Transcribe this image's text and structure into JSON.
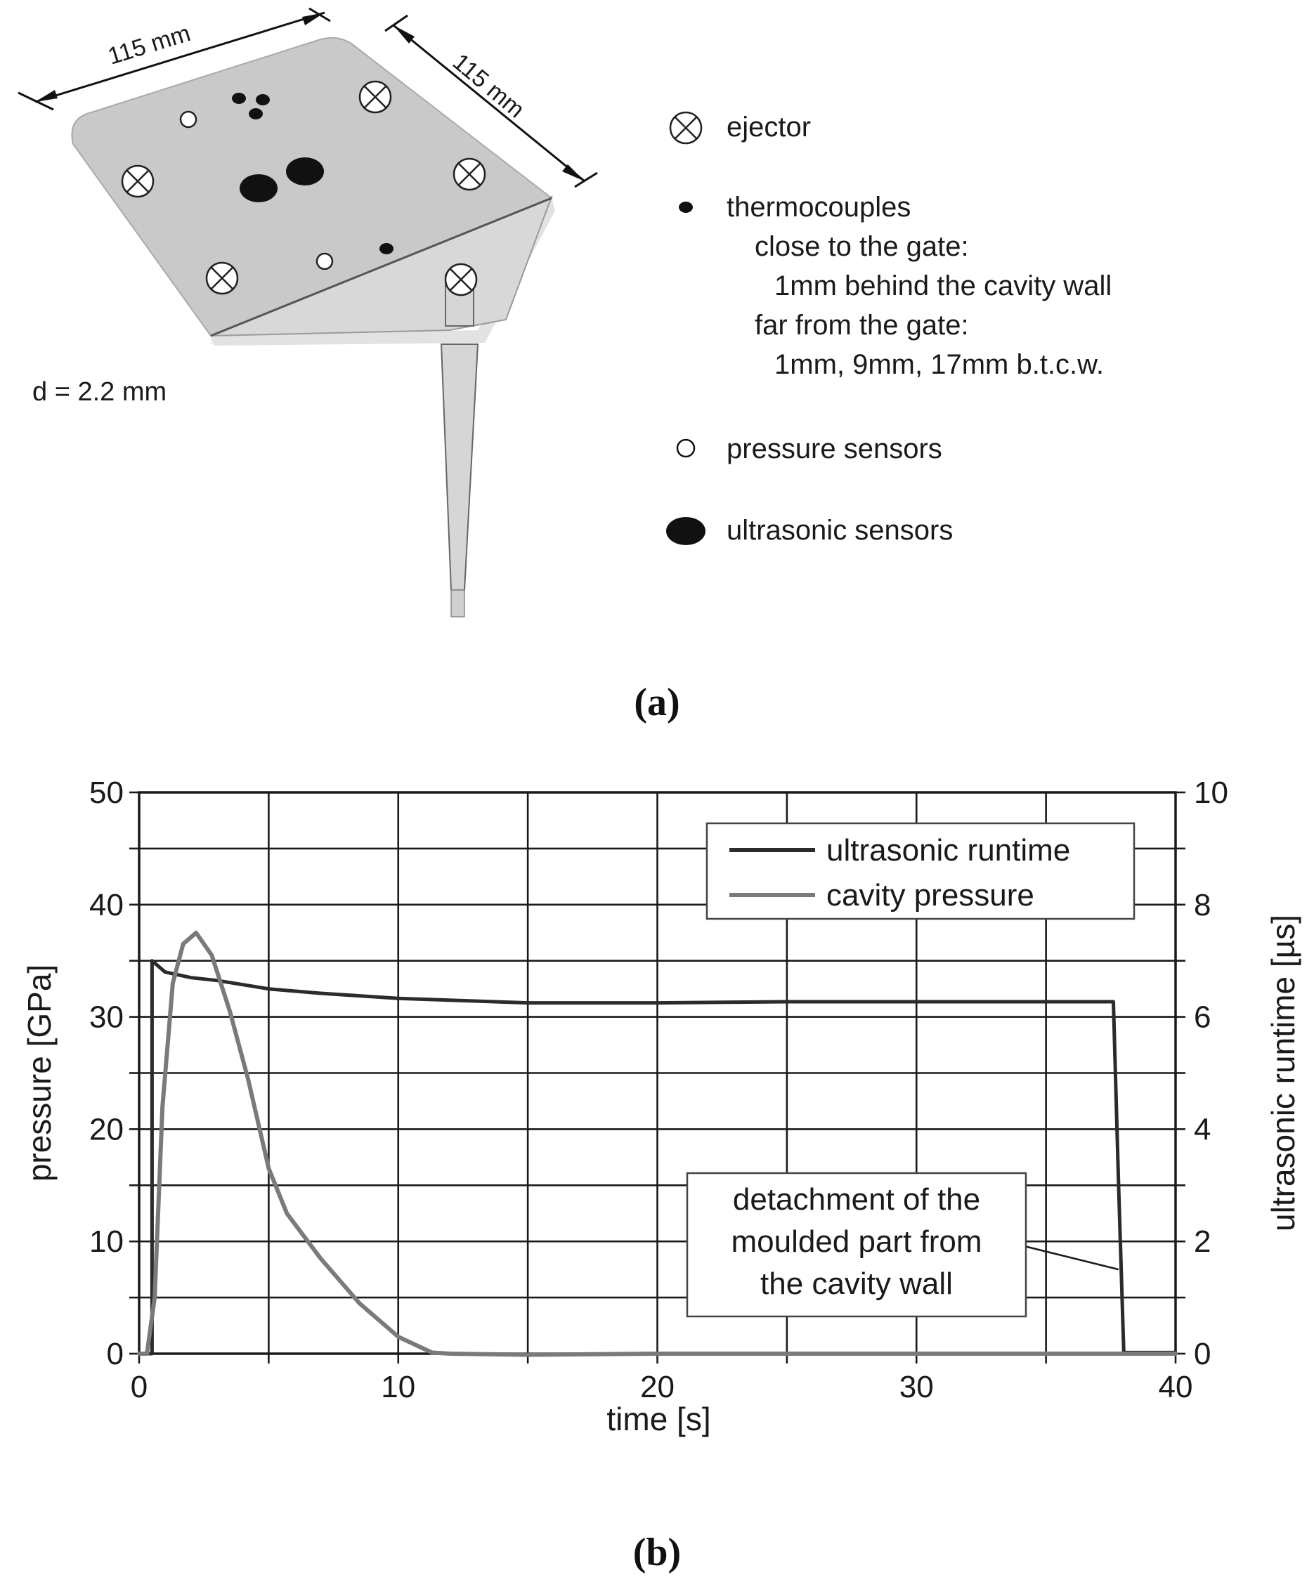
{
  "panel_a": {
    "caption": "(a)",
    "dim_width": "115 mm",
    "dim_depth": "115 mm",
    "thickness": "d = 2.2 mm",
    "legend": {
      "ejector": "ejector",
      "thermocouples": "thermocouples",
      "close_gate": "close to the gate:",
      "close_detail": "1mm behind the cavity wall",
      "far_gate": "far from the gate:",
      "far_detail": "1mm, 9mm, 17mm b.t.c.w.",
      "pressure": "pressure sensors",
      "ultrasonic": "ultrasonic sensors"
    },
    "icons": {
      "ejector": "crossed-circle-icon",
      "thermocouple": "small-filled-dot-icon",
      "pressure": "open-circle-icon",
      "ultrasonic": "large-filled-ellipse-icon"
    },
    "colors": {
      "plate": "#c9c9c9",
      "sprue": "#d6d6d6"
    }
  },
  "panel_b": {
    "caption": "(b)"
  },
  "chart_data": {
    "type": "line",
    "title": "",
    "xlabel": "time [s]",
    "ylabel_left": "pressure [GPa]",
    "ylabel_right": "ultrasonic runtime [µs]",
    "xlim": [
      0,
      40
    ],
    "ylim_left": [
      0,
      50
    ],
    "ylim_right": [
      0,
      10
    ],
    "x_ticks": [
      "0",
      "10",
      "20",
      "30",
      "40"
    ],
    "y_left_ticks": [
      "0",
      "10",
      "20",
      "30",
      "40",
      "50"
    ],
    "y_right_ticks": [
      "0",
      "2",
      "4",
      "6",
      "8",
      "10"
    ],
    "grid": true,
    "legend_position": "top-right",
    "annotation": {
      "lines": [
        "detachment of the",
        "moulded part from",
        "the cavity wall"
      ],
      "points_to": [
        37.8,
        1.5
      ]
    },
    "series": [
      {
        "name": "ultrasonic runtime",
        "axis": "right",
        "color": "#2b2b2b",
        "x": [
          0,
          0.5,
          0.5,
          1,
          2,
          3,
          5,
          7,
          10,
          15,
          20,
          25,
          30,
          35,
          37.6,
          37.8,
          38,
          40
        ],
        "y": [
          0,
          0,
          7.0,
          6.8,
          6.7,
          6.65,
          6.5,
          6.42,
          6.33,
          6.25,
          6.25,
          6.27,
          6.27,
          6.27,
          6.27,
          3.0,
          0.02,
          0.02
        ]
      },
      {
        "name": "cavity pressure",
        "axis": "left",
        "color": "#7a7a7a",
        "x": [
          0,
          0.3,
          0.6,
          0.9,
          1.3,
          1.7,
          2.2,
          2.8,
          3.5,
          4.2,
          5.0,
          5.7,
          7.0,
          8.5,
          10.0,
          11.3,
          12,
          15,
          20,
          30,
          40
        ],
        "y": [
          0,
          0,
          5,
          22,
          33,
          36.5,
          37.5,
          35.5,
          30.5,
          24.5,
          16.5,
          12.5,
          8.5,
          4.5,
          1.5,
          0.1,
          0,
          -0.1,
          0,
          0,
          0
        ]
      }
    ]
  }
}
